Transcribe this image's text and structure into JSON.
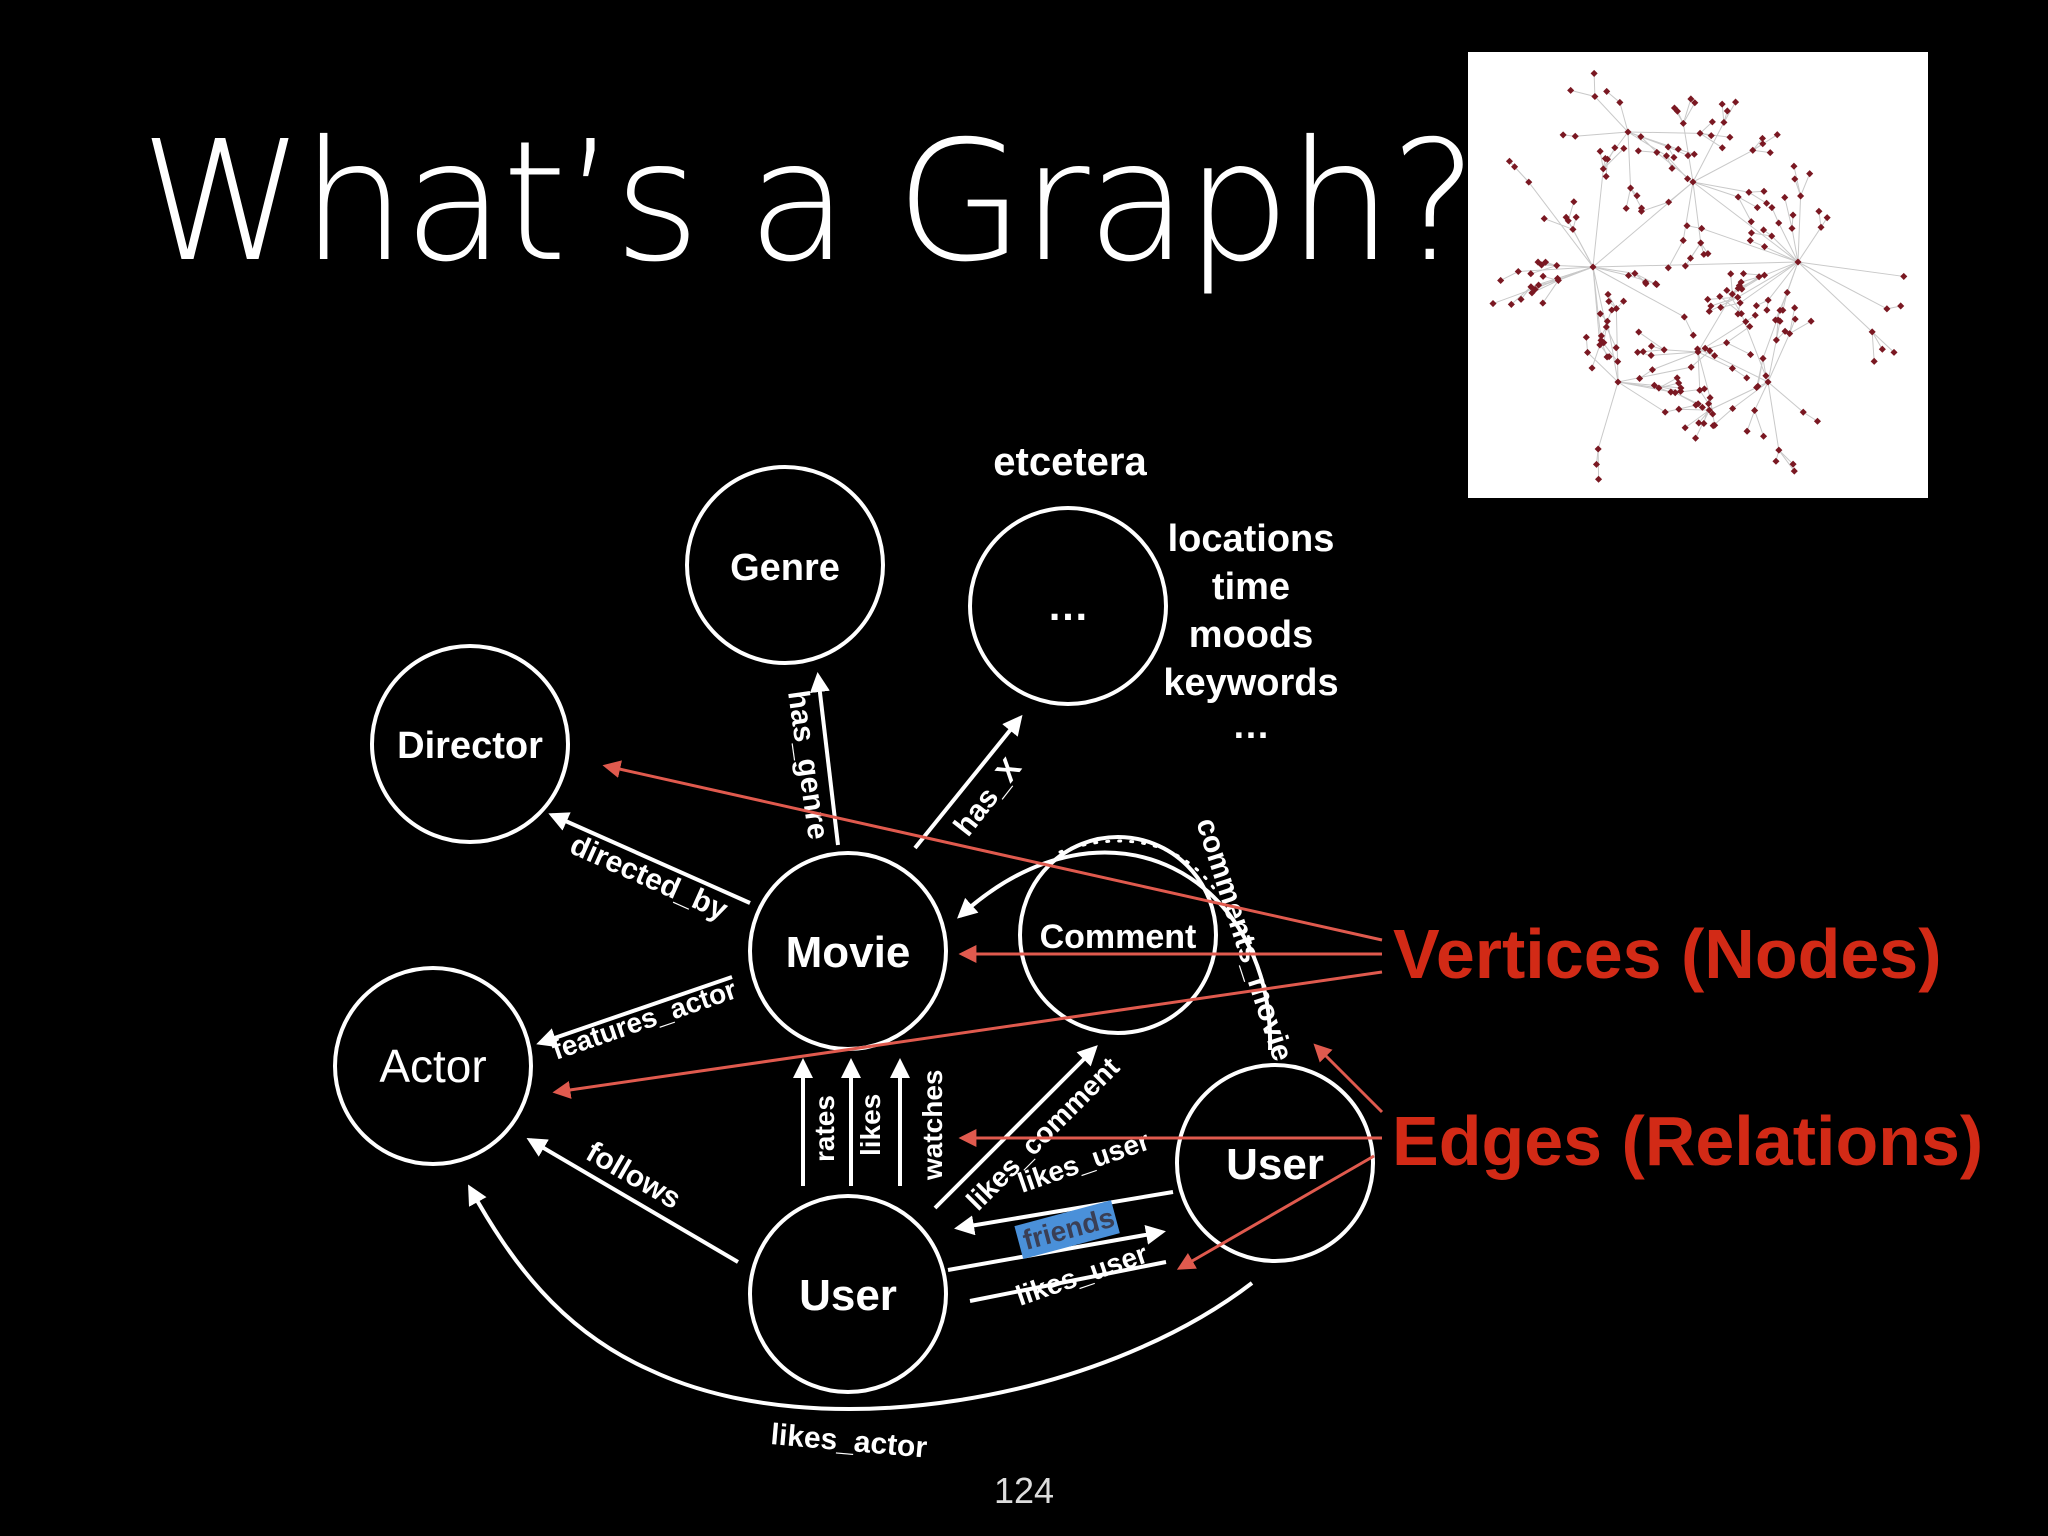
{
  "slide": {
    "title": "What’s a Graph?",
    "page_number": "124"
  },
  "nodes": {
    "genre": "Genre",
    "other": "…",
    "director": "Director",
    "movie": "Movie",
    "comment": "Comment",
    "actor": "Actor",
    "user_main": "User",
    "user_other": "User"
  },
  "other_group": {
    "heading": "etcetera",
    "items": [
      "locations",
      "time",
      "moods",
      "keywords",
      "…"
    ]
  },
  "edges": {
    "has_genre": "has_genre",
    "has_x": "has_X",
    "directed_by": "directed_by",
    "features_actor": "features_actor",
    "comments_movie": "comments_movie",
    "rates": "rates",
    "likes": "likes",
    "watches": "watches",
    "likes_comment": "likes_comment",
    "likes_user_top": "likes_user",
    "friends": "friends",
    "likes_user_bottom": "likes_user",
    "follows": "follows",
    "likes_actor": "likes_actor"
  },
  "callouts": {
    "vertices": "Vertices (Nodes)",
    "edges": "Edges (Relations)"
  },
  "colors": {
    "background": "#000000",
    "foreground": "#ffffff",
    "callout_text": "#d22a16",
    "callout_arrow": "#e05a4e",
    "friends_highlight": "#4a90d9",
    "thumbnail_node": "#7a1822"
  },
  "thumbnail_icon": "network-graph-image"
}
